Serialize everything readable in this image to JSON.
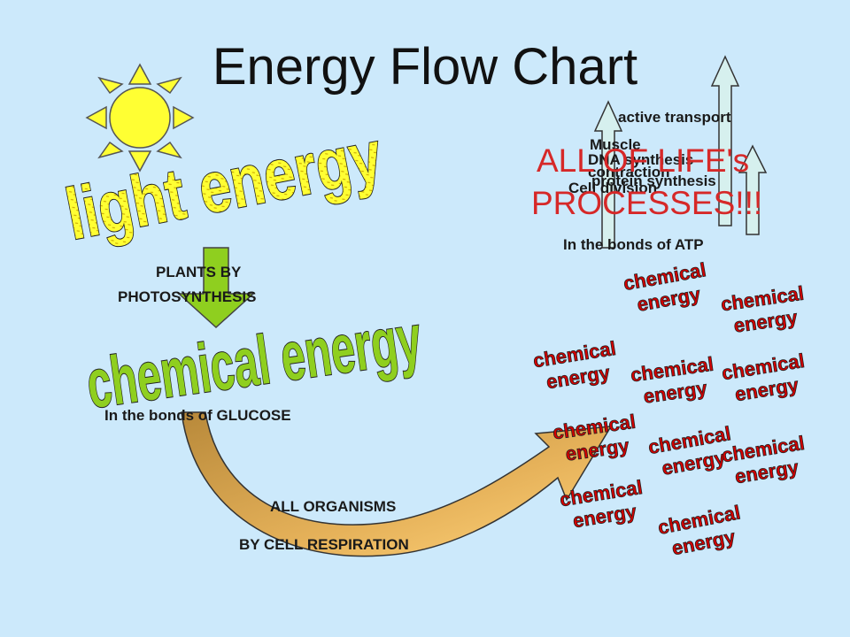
{
  "title": "Energy Flow Chart",
  "light_energy": "light energy",
  "chemical_energy": "chemical energy",
  "plants_label": [
    "PLANTS BY",
    "PHOTOSYNTHESIS"
  ],
  "glucose_label": "In the bonds of GLUCOSE",
  "organisms_label": "ALL ORGANISMS",
  "respiration_label": "BY CELL RESPIRATION",
  "atp_label": "In the bonds of ATP",
  "life_processes": [
    "ALL OF LIFE's",
    "PROCESSES!!!"
  ],
  "processes": {
    "active_transport": "active transport",
    "muscle": "Muscle",
    "contraction": "contraction",
    "dna_synthesis": "DNA synthesis",
    "protein_synthesis": "protein synthesis",
    "cell_division": "Cell division"
  },
  "chem_word_1": "chemical",
  "chem_word_2": "energy",
  "colors": {
    "background": "#cce9fb",
    "sun": "#ffff33",
    "wordart_fill": "#ffff33",
    "green_arrow": "#8fcf1f",
    "red_wordart": "#d40000",
    "red_text": "#d62828",
    "up_arrow": "#d6f0ee"
  }
}
